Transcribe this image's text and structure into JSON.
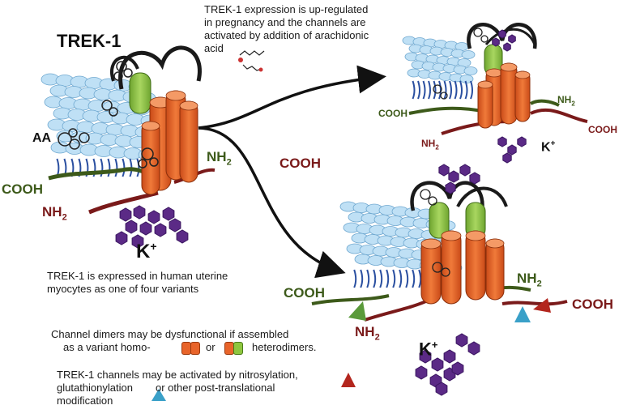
{
  "title_label": "TREK-1",
  "aa_label": "AA",
  "caption_pregnancy": [
    "TREK-1 expression is up-regulated",
    "in pregnancy and the channels are",
    "activated by addition of arachidonic",
    "acid"
  ],
  "caption_variants": [
    "TREK-1 is expressed in human uterine",
    "myocytes as one of four variants"
  ],
  "caption_dimers": {
    "line1": "Channel dimers may be dysfunctional if assembled",
    "line2_a": "as a variant homo-",
    "line2_or": "or",
    "line2_b": "heterodimers."
  },
  "caption_mods": [
    "TREK-1 channels may be activated by nitrosylation,",
    "glutathionylation",
    "or other post-translational",
    "modification"
  ],
  "terminal_labels": {
    "cooh": "COOH",
    "nh2": "NH",
    "nh2_sub": "2",
    "k": "K",
    "k_sup": "+"
  },
  "colors": {
    "channel_orange": "#e8642a",
    "channel_green": "#8ec63f",
    "membrane_blue": "#bfe0f5",
    "potassium_purple": "#5b2a86",
    "loop_dark": "#1a1a1a",
    "tail_red": "#7a1a1a",
    "tail_green": "#3d5a1a",
    "triangle_red": "#b3261e",
    "triangle_blue": "#3aa0c8",
    "triangle_green": "#5a9a3a"
  },
  "icons": [
    "arachidonic-acid-molecule-icon",
    "red-triangle-icon",
    "blue-triangle-icon",
    "orange-homodimer-swatch",
    "green-heterodimer-swatch"
  ]
}
